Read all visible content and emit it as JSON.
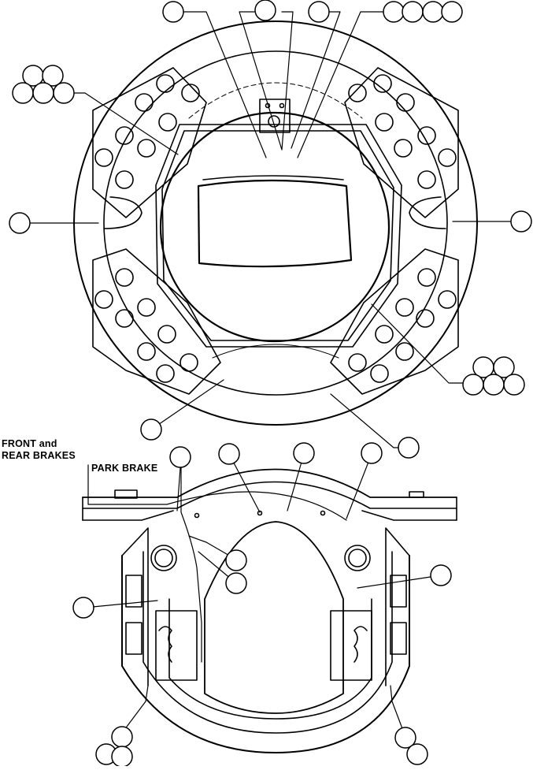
{
  "figure": {
    "labels": {
      "front_and": "FRONT and",
      "rear_brakes": "REAR BRAKES",
      "park_brake": "PARK BRAKE"
    },
    "callout_count": 34
  }
}
